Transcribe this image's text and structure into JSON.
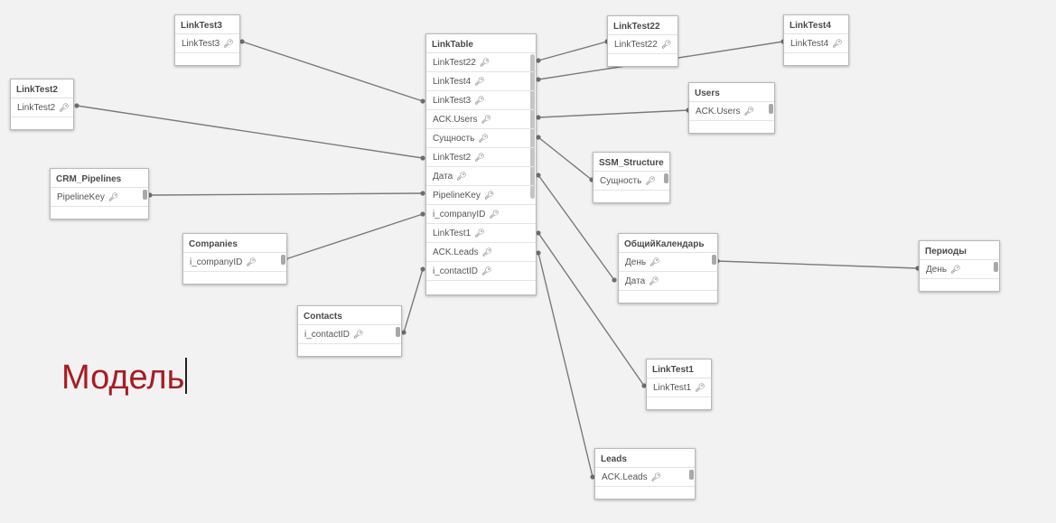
{
  "page_title": "Модель",
  "key_icon": "key-icon",
  "link_table": {
    "name": "LinkTable",
    "fields": [
      "LinkTest22",
      "LinkTest4",
      "LinkTest3",
      "ACK.Users",
      "Сущность",
      "LinkTest2",
      "Дата",
      "PipelineKey",
      "i_companyID",
      "LinkTest1",
      "ACK.Leads",
      "i_contactID"
    ]
  },
  "tables": [
    {
      "id": "linktest3",
      "name": "LinkTest3",
      "fields": [
        "LinkTest3"
      ]
    },
    {
      "id": "linktest22",
      "name": "LinkTest22",
      "fields": [
        "LinkTest22"
      ]
    },
    {
      "id": "linktest4",
      "name": "LinkTest4",
      "fields": [
        "LinkTest4"
      ]
    },
    {
      "id": "linktest2",
      "name": "LinkTest2",
      "fields": [
        "LinkTest2"
      ]
    },
    {
      "id": "users",
      "name": "Users",
      "fields": [
        "ACK.Users"
      ]
    },
    {
      "id": "ssm-structure",
      "name": "SSM_Structure",
      "fields": [
        "Сущность"
      ]
    },
    {
      "id": "crm-pipelines",
      "name": "CRM_Pipelines",
      "fields": [
        "PipelineKey"
      ]
    },
    {
      "id": "companies",
      "name": "Companies",
      "fields": [
        "i_companyID"
      ]
    },
    {
      "id": "obshchiy-kalendar",
      "name": "ОбщийКалендарь",
      "fields": [
        "День",
        "Дата"
      ]
    },
    {
      "id": "periody",
      "name": "Периоды",
      "fields": [
        "День"
      ]
    },
    {
      "id": "contacts",
      "name": "Contacts",
      "fields": [
        "i_contactID"
      ]
    },
    {
      "id": "linktest1",
      "name": "LinkTest1",
      "fields": [
        "LinkTest1"
      ]
    },
    {
      "id": "leads",
      "name": "Leads",
      "fields": [
        "ACK.Leads"
      ]
    }
  ]
}
